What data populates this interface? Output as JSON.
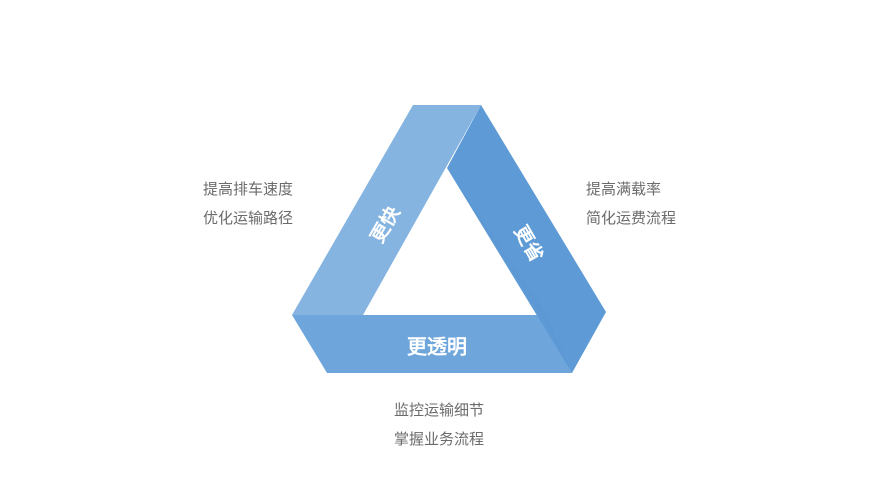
{
  "diagram": {
    "sides": [
      {
        "key": "left",
        "label": "更快",
        "color": "#85b4e0"
      },
      {
        "key": "right",
        "label": "更省",
        "color": "#5e9bd6"
      },
      {
        "key": "bottom",
        "label": "更透明",
        "color": "#6ea6dc"
      }
    ],
    "notes": {
      "left": [
        "提高排车速度",
        "优化运输路径"
      ],
      "right": [
        "提高满载率",
        "简化运费流程"
      ],
      "bottom": [
        "监控运输细节",
        "掌握业务流程"
      ]
    }
  }
}
